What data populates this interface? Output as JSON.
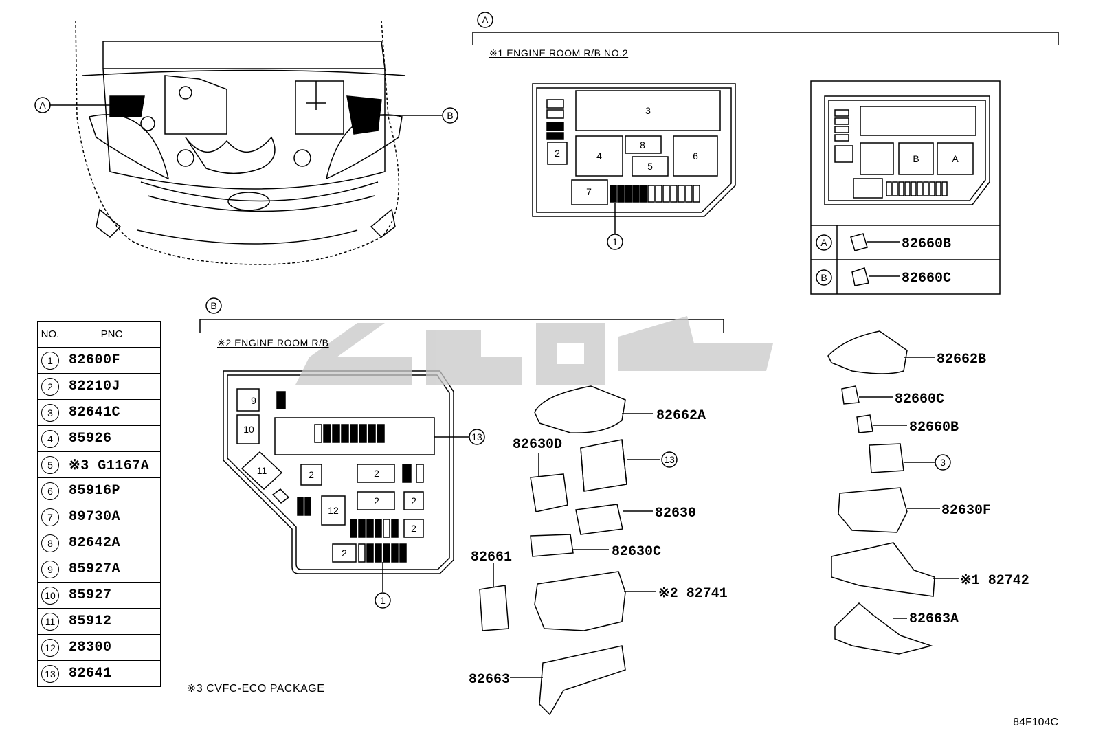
{
  "callouts": {
    "a": "A",
    "b": "B"
  },
  "section_a": {
    "letter": "A",
    "title": "※1 ENGINE ROOM R/B NO.2",
    "box_labels": {
      "3": "3",
      "4": "4",
      "8": "8",
      "5": "5",
      "6": "6",
      "7": "7",
      "2": "2",
      "1": "1"
    },
    "right_box": {
      "b": "B",
      "a": "A"
    },
    "connectors": [
      {
        "circle": "A",
        "pnc": "82660B"
      },
      {
        "circle": "B",
        "pnc": "82660C"
      }
    ]
  },
  "section_b": {
    "letter": "B",
    "title": "※2 ENGINE ROOM R/B",
    "box_labels": {
      "9": "9",
      "10": "10",
      "11": "11",
      "12": "12",
      "2": "2",
      "13": "13",
      "1": "1"
    }
  },
  "parts_table": {
    "headers": {
      "no": "NO.",
      "pnc": "PNC"
    },
    "rows": [
      {
        "no": "1",
        "pnc": "82600F"
      },
      {
        "no": "2",
        "pnc": "82210J"
      },
      {
        "no": "3",
        "pnc": "82641C"
      },
      {
        "no": "4",
        "pnc": "85926"
      },
      {
        "no": "5",
        "pnc": "※3 G1167A"
      },
      {
        "no": "6",
        "pnc": "85916P"
      },
      {
        "no": "7",
        "pnc": "89730A"
      },
      {
        "no": "8",
        "pnc": "82642A"
      },
      {
        "no": "9",
        "pnc": "85927A"
      },
      {
        "no": "10",
        "pnc": "85927"
      },
      {
        "no": "11",
        "pnc": "85912"
      },
      {
        "no": "12",
        "pnc": "28300"
      },
      {
        "no": "13",
        "pnc": "82641"
      }
    ]
  },
  "exploded_parts": {
    "p82662A": "82662A",
    "p82630D": "82630D",
    "p13": "13",
    "p82630": "82630",
    "p82630C": "82630C",
    "p82661": "82661",
    "p82741": "※2 82741",
    "p82663": "82663",
    "p82662B": "82662B",
    "p82660C": "82660C",
    "p82660B": "82660B",
    "p3": "3",
    "p82630F": "82630F",
    "p82742": "※1 82742",
    "p82663A": "82663A"
  },
  "footnote": "※3 CVFC-ECO PACKAGE",
  "diagram_code": "84F104C",
  "colors": {
    "line": "#000000",
    "fill_dark": "#000000",
    "watermark": "#c8c8c8"
  }
}
